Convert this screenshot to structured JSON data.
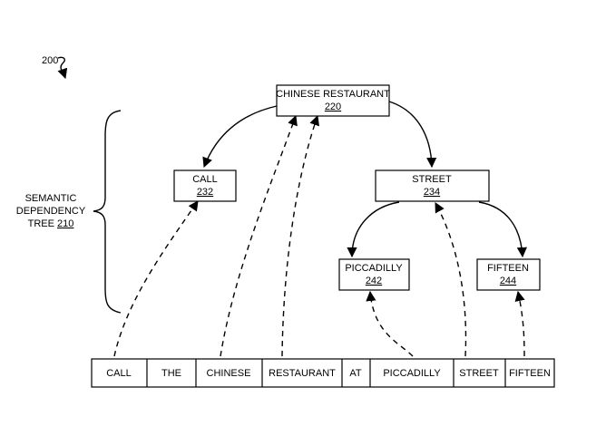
{
  "figure_ref": "200",
  "tree_label": {
    "line1": "SEMANTIC",
    "line2": "DEPENDENCY",
    "line3": "TREE",
    "ref": "210"
  },
  "nodes": {
    "root": {
      "label": "CHINESE RESTAURANT",
      "ref": "220"
    },
    "call": {
      "label": "CALL",
      "ref": "232"
    },
    "street": {
      "label": "STREET",
      "ref": "234"
    },
    "piccadilly": {
      "label": "PICCADILLY",
      "ref": "242"
    },
    "fifteen": {
      "label": "FIFTEEN",
      "ref": "244"
    }
  },
  "tokens": [
    "CALL",
    "THE",
    "CHINESE",
    "RESTAURANT",
    "AT",
    "PICCADILLY",
    "STREET",
    "FIFTEEN"
  ]
}
